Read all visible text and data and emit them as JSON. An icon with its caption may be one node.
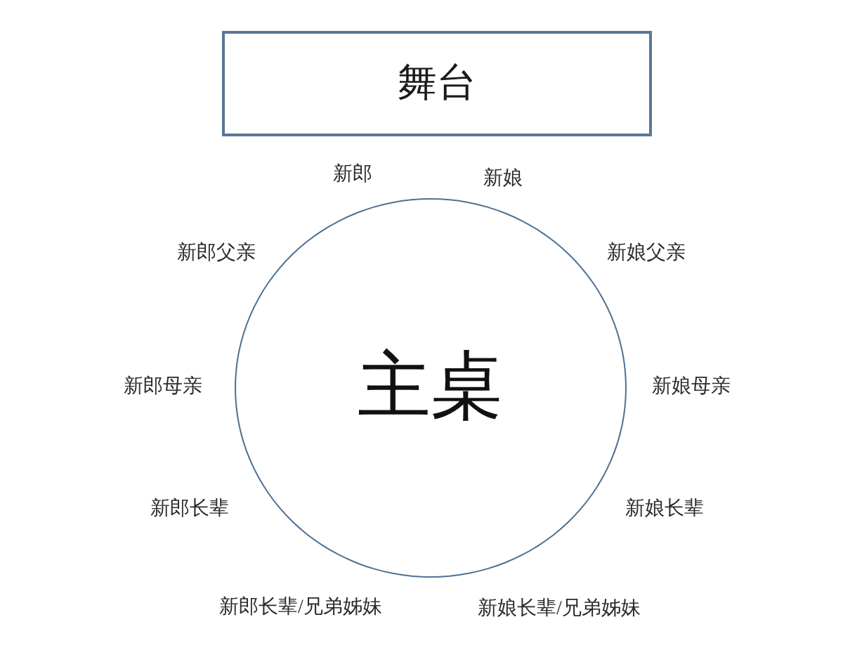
{
  "diagram": {
    "nodes": [
      {
        "text": [
          "舞台"
        ]
      },
      {
        "text": [
          "主桌"
        ],
        "beside": [
          "新郎",
          "新娘",
          "新郎父亲",
          "新娘父亲",
          "新郎母亲",
          "新娘母亲",
          "新郎长辈",
          "新娘长辈",
          "新郎长辈/兄弟姊妹",
          "新娘长辈/兄弟姊妹"
        ]
      }
    ]
  }
}
